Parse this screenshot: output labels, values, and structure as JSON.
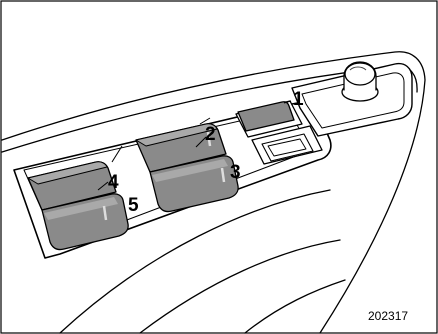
{
  "figure": {
    "figure_number": "202317",
    "callouts": [
      {
        "id": "1",
        "label": "1"
      },
      {
        "id": "2",
        "label": "2"
      },
      {
        "id": "3",
        "label": "3"
      },
      {
        "id": "4",
        "label": "4"
      },
      {
        "id": "5",
        "label": "5"
      }
    ]
  },
  "colors": {
    "switch_face": "#8a8a8a",
    "switch_top": "#a9a9a9",
    "panel_fill": "#ffffff",
    "line": "#000000"
  }
}
